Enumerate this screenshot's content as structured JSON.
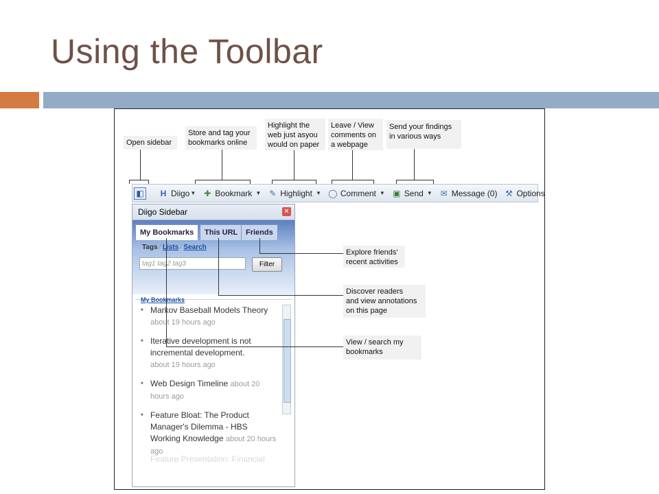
{
  "title": "Using the Toolbar",
  "callouts": {
    "open_sidebar": "Open sidebar",
    "bookmark": "Store and tag your\nbookmarks online",
    "highlight": "Highlight the\nweb just asyou\nwould on paper",
    "comment": "Leave / View\ncomments on\na webpage",
    "send": "Send  your findings\nin various ways",
    "friends": "Explore friends'\nrecent activities",
    "this_url": "Discover readers\nand view annotations\non this page",
    "my_bookmarks": "View / search my\nbookmarks"
  },
  "toolbar": {
    "diigo": "Diigo",
    "bookmark": "Bookmark",
    "highlight": "Highlight",
    "comment": "Comment",
    "send": "Send",
    "message": "Message (0)",
    "options": "Options"
  },
  "sidebar": {
    "title": "Diigo Sidebar",
    "tabs": [
      "My Bookmarks",
      "This URL",
      "Friends"
    ],
    "tags_label": "Tags",
    "lists_link": "Lists",
    "search_link": "Search",
    "tags_placeholder": "tag1 tag2 tag3",
    "filter_button": "Filter",
    "list_heading": "My Bookmarks",
    "bookmarks": [
      {
        "title": "Markov Baseball Models Theory",
        "time": "about 19 hours ago"
      },
      {
        "title": "Iterative development is not incremental development.",
        "time": "about 19 hours ago"
      },
      {
        "title": "Web Design Timeline",
        "time": "about 20 hours ago"
      },
      {
        "title": "Feature Bloat: The Product Manager's Dilemma - HBS Working Knowledge",
        "time": "about 20 hours ago"
      }
    ],
    "faded_item": "Feature Presentation: Financial"
  },
  "colors": {
    "title": "#6e5148",
    "accent_orange": "#d67a43",
    "accent_blue": "#94abc8"
  }
}
